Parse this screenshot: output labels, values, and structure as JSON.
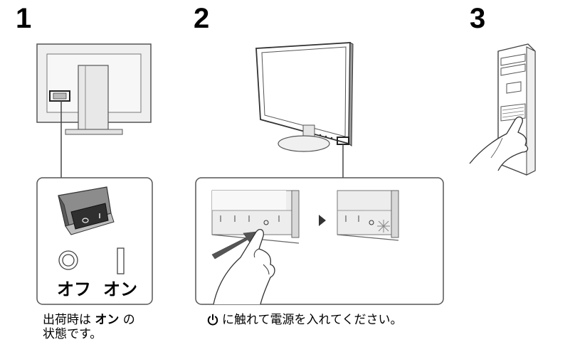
{
  "steps": {
    "step1": {
      "number": "1"
    },
    "step2": {
      "number": "2"
    },
    "step3": {
      "number": "3"
    }
  },
  "switch_labels": {
    "off": "オフ",
    "on": "オン"
  },
  "captions": {
    "step1": {
      "prefix": "出荷時は ",
      "bold": "オン",
      "suffix": " の",
      "line2": "状態です。"
    },
    "step2": {
      "icon": "power-icon",
      "text": "に触れて電源を入れてください。"
    }
  }
}
